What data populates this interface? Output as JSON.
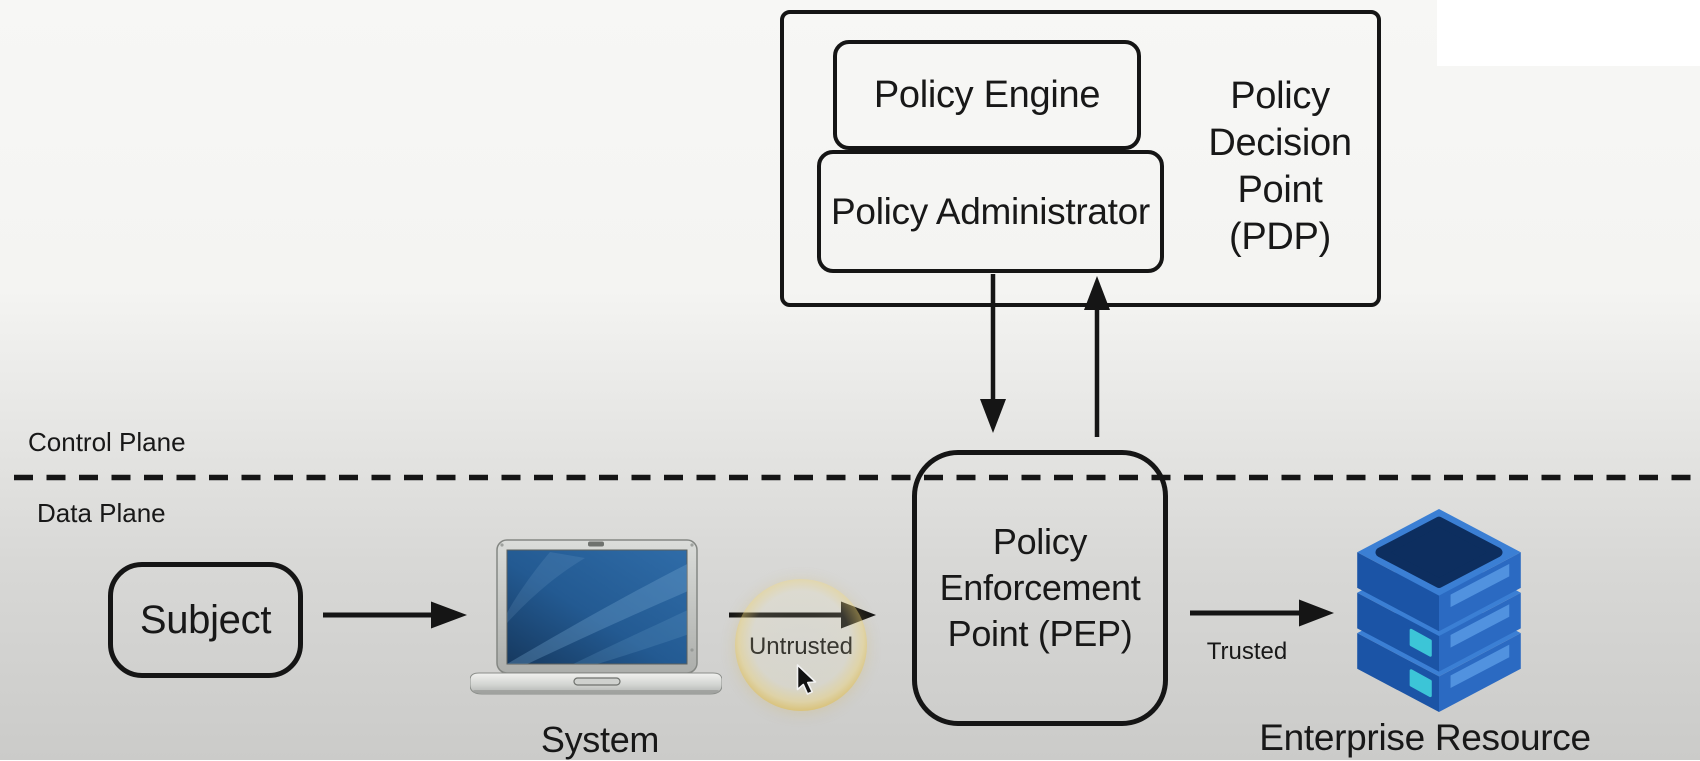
{
  "planes": {
    "control_label": "Control Plane",
    "data_label": "Data Plane"
  },
  "pdp_box": {
    "policy_engine_label": "Policy Engine",
    "policy_administrator_label": "Policy Administrator",
    "label_lines": [
      "Policy",
      "Decision",
      "Point",
      "(PDP)"
    ]
  },
  "pep_box": {
    "label_lines": [
      "Policy",
      "Enforcement",
      "Point (PEP)"
    ]
  },
  "nodes": {
    "subject_label": "Subject",
    "system_label": "System",
    "enterprise_resource_label": "Enterprise Resource"
  },
  "edges": {
    "untrusted_label": "Untrusted",
    "trusted_label": "Trusted"
  },
  "icons": {
    "laptop": "laptop-computer",
    "server": "server-stack",
    "cursor": "mouse-cursor",
    "highlight": "highlight-circle"
  },
  "colors": {
    "line": "#151515",
    "background_top": "#f7f7f5",
    "background_bottom": "#cbcbc9",
    "highlight_yellow": "#e0bc4d",
    "server_blue_front": "#2b6ac2",
    "server_blue_side": "#1b54a6",
    "server_blue_top": "#3b7fd4",
    "server_navy_recess": "#0d2e5f",
    "server_teal": "#3cc5d7",
    "laptop_screen_blue": "#1d4a78"
  }
}
